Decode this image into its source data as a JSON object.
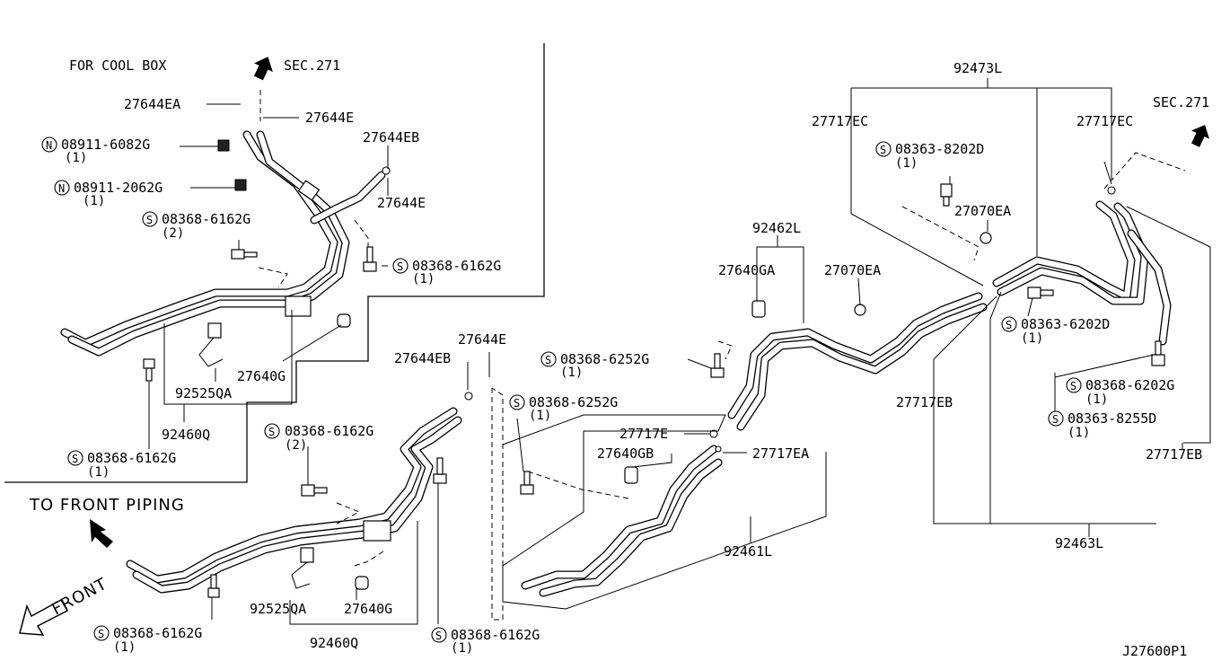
{
  "labels": {
    "for_cool_box": "FOR COOL BOX",
    "sec271_left": "SEC.271",
    "sec271_right": "SEC.271",
    "to_front_piping": "TO FRONT PIPING",
    "front": "FRONT",
    "diagram_id": "J27600P1",
    "l_27644EA": "27644EA",
    "l_27644E_a": "27644E",
    "l_27644EB_a": "27644EB",
    "l_27644E_b": "27644E",
    "n_08911_6082G": "08911-6082G",
    "n_08911_6082G_qty": "(1)",
    "n_08911_2062G": "08911-2062G",
    "n_08911_2062G_qty": "(1)",
    "s_08368_6162G_a": "08368-6162G",
    "s_08368_6162G_a_qty": "(2)",
    "s_08368_6162G_b": "08368-6162G",
    "s_08368_6162G_b_qty": "(1)",
    "l_27640G_a": "27640G",
    "l_92525QA_a": "92525QA",
    "l_92460Q_a": "92460Q",
    "s_08368_6162G_c": "08368-6162G",
    "s_08368_6162G_c_qty": "(1)",
    "l_27644E_c": "27644E",
    "l_27644EB_b": "27644EB",
    "s_08368_6162G_d": "08368-6162G",
    "s_08368_6162G_d_qty": "(2)",
    "s_08368_6252G_a": "08368-6252G",
    "s_08368_6252G_a_qty": "(1)",
    "s_08368_6252G_b": "08368-6252G",
    "s_08368_6252G_b_qty": "(1)",
    "l_92525QA_b": "92525QA",
    "l_27640G_b": "27640G",
    "l_92460Q_b": "92460Q",
    "s_08368_6162G_e": "08368-6162G",
    "s_08368_6162G_e_qty": "(1)",
    "s_08368_6162G_f": "08368-6162G",
    "s_08368_6162G_f_qty": "(1)",
    "l_27717E": "27717E",
    "l_27640GB": "27640GB",
    "l_27717EA": "27717EA",
    "l_92461L": "92461L",
    "l_92462L": "92462L",
    "l_27640GA": "27640GA",
    "l_27070EA_a": "27070EA",
    "l_92473L": "92473L",
    "l_27717EC_a": "27717EC",
    "l_27717EC_b": "27717EC",
    "s_08363_8202D": "08363-8202D",
    "s_08363_8202D_qty": "(1)",
    "l_27070EA_b": "27070EA",
    "s_08363_6202D": "08363-6202D",
    "s_08363_6202D_qty": "(1)",
    "l_27717EB_a": "27717EB",
    "s_08368_6202G": "08368-6202G",
    "s_08368_6202G_qty": "(1)",
    "s_08363_8255D": "08363-8255D",
    "s_08363_8255D_qty": "(1)",
    "l_27717EB_b": "27717EB",
    "l_92463L": "92463L",
    "n_symbol": "N",
    "s_symbol": "S"
  }
}
